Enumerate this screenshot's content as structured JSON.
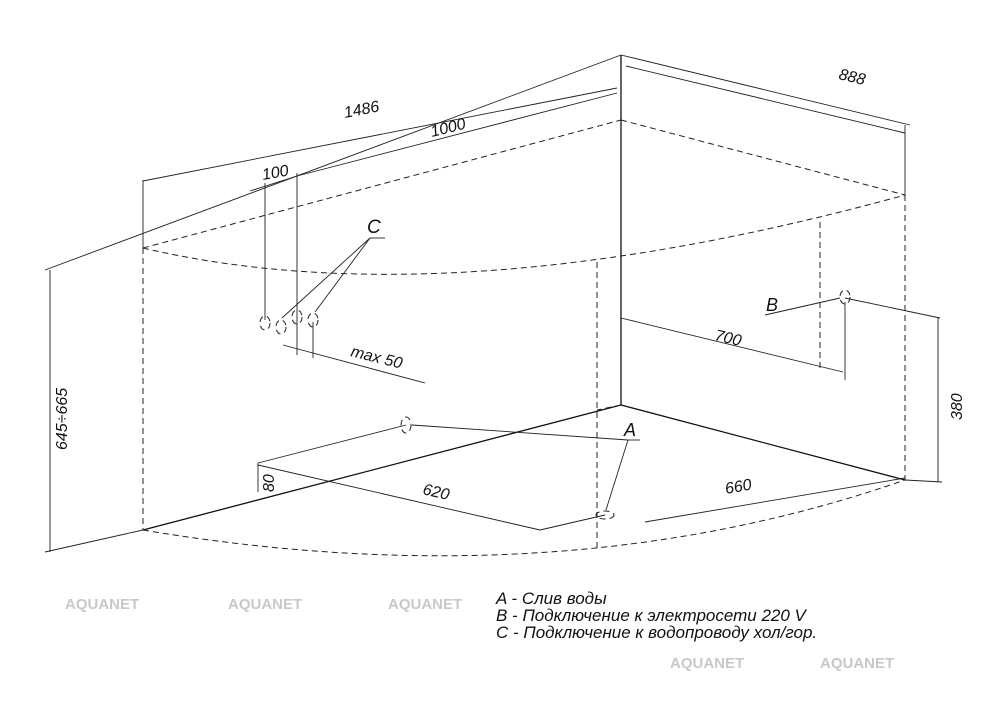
{
  "dimensions": {
    "total_length": "1486",
    "inner_length": "1000",
    "depth": "888",
    "inlet_spacing": "100",
    "inlet_offset": "max 50",
    "height": "645÷665",
    "power_height": "380",
    "power_offset": "700",
    "drain_height": "80",
    "drain_left": "620",
    "drain_right": "660"
  },
  "labels": {
    "a": "A",
    "b": "B",
    "c": "C"
  },
  "legend": [
    "A - Слив воды",
    "B - Подключение к электросети 220 V",
    "C - Подключение к водопроводу хол/гор."
  ],
  "watermark": "AQUANET"
}
